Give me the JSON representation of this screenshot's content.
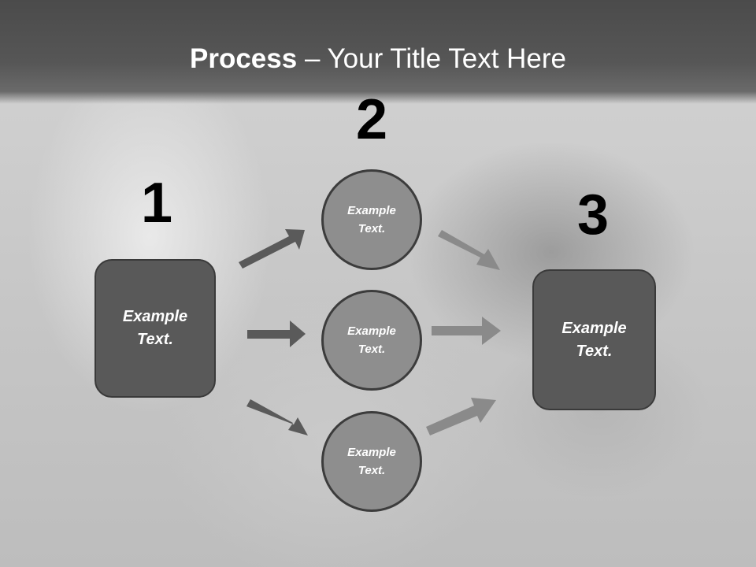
{
  "title": {
    "bold": "Process",
    "rest": " – Your Title Text Here"
  },
  "stages": [
    {
      "number": "1"
    },
    {
      "number": "2"
    },
    {
      "number": "3"
    }
  ],
  "start_box": {
    "text": "Example Text."
  },
  "middle_circles": [
    {
      "text": "Example Text."
    },
    {
      "text": "Example Text."
    },
    {
      "text": "Example Text."
    }
  ],
  "end_box": {
    "text": "Example Text."
  },
  "colors": {
    "header": "#4b4b4b",
    "box_fill": "#595959",
    "circle_fill": "#8e8e8e",
    "arrow_dark": "#5a5a5a",
    "arrow_light": "#8a8a8a"
  }
}
